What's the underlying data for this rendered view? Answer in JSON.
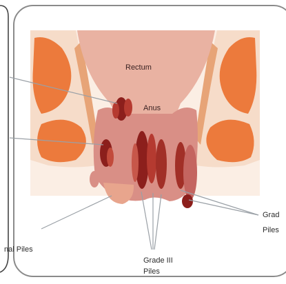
{
  "labels": {
    "rectum": "Rectum",
    "anus": "Anus",
    "internal_piles": "nal Piles",
    "grade3_line1": "Grade III",
    "grade3_line2": "Piles",
    "grade4_line1": "Grad",
    "grade4_line2": "Piles"
  },
  "colors": {
    "panel_border": "#8a8a8a",
    "outer_border": "#444444",
    "skin_light": "#f6dcc9",
    "muscle_orange": "#ec7a3c",
    "muscle_red": "#d14a2c",
    "rectum_pink": "#e9b2a2",
    "canal_pink": "#d98f86",
    "pile_dark": "#8c1f1c",
    "pile_mid": "#b53a30",
    "leader_line": "#9aa0a6"
  }
}
